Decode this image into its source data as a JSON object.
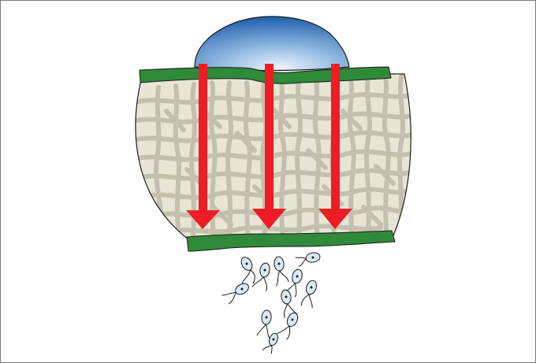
{
  "diagram": {
    "colors": {
      "droplet_dark": "#1f5fae",
      "droplet_light": "#eef4fb",
      "cuticle_green": "#2f8a3a",
      "tissue_fill": "#e8e5d6",
      "cell_walls": "#c4c0b0",
      "arrow_red": "#ee1c25",
      "spore_fill": "#d8eaf3",
      "outline": "#1a1a1a"
    },
    "elements": {
      "droplet": "water-droplet",
      "upper_layer": "upper-epidermis",
      "tissue": "leaf-tissue",
      "lower_layer": "lower-epidermis",
      "arrows": "penetration-arrows",
      "spores": "zoospores"
    },
    "arrow_count": 3,
    "spore_count": 11
  }
}
